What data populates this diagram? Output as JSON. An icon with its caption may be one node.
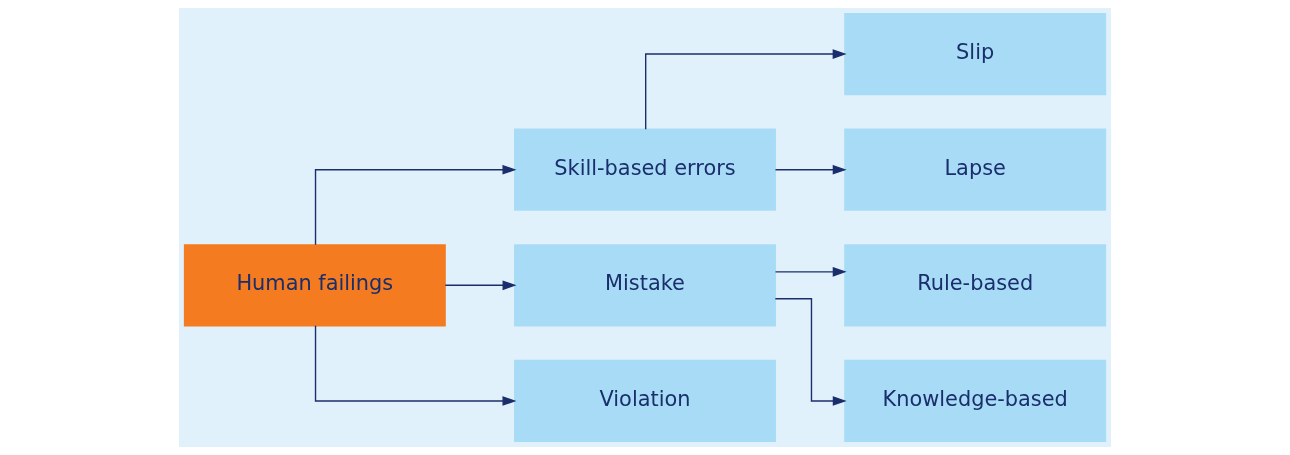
{
  "diagram": {
    "nodes": [
      {
        "text": [
          "Human failings"
        ]
      },
      {
        "text": [
          "Skill-based errors"
        ]
      },
      {
        "text": [
          "Slip"
        ]
      },
      {
        "text": [
          "Lapse"
        ]
      },
      {
        "text": [
          "Mistake"
        ]
      },
      {
        "text": [
          "Violation"
        ]
      },
      {
        "text": [
          "Rule-based"
        ]
      },
      {
        "text": [
          "Knowledge-based"
        ]
      }
    ],
    "edges": [
      {
        "from": 0,
        "to": 1,
        "arrow": "to"
      },
      {
        "from": 0,
        "to": 4,
        "arrow": "to"
      },
      {
        "from": 0,
        "to": 5,
        "arrow": "to"
      },
      {
        "from": 1,
        "to": 2,
        "arrow": "to"
      },
      {
        "from": 1,
        "to": 3,
        "arrow": "to"
      },
      {
        "from": 4,
        "to": 6,
        "arrow": "to"
      },
      {
        "from": 4,
        "to": 7,
        "arrow": "to"
      }
    ]
  }
}
